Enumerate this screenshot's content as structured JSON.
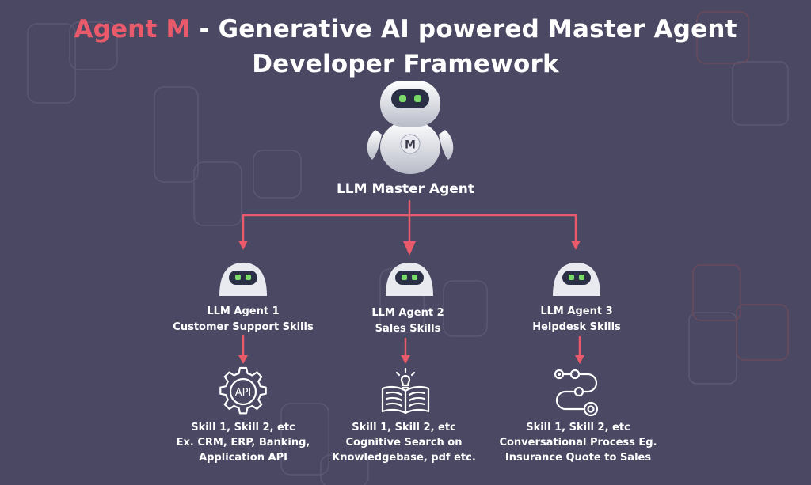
{
  "title": {
    "accent": "Agent M",
    "rest": " - Generative AI powered Master Agent",
    "line2": "Developer Framework"
  },
  "colors": {
    "background": "#4a4862",
    "accent": "#ea5a6a",
    "text": "#ffffff",
    "robot_eye": "#7bd96a"
  },
  "master": {
    "label": "LLM Master Agent",
    "badge": "M",
    "icon": "robot-icon"
  },
  "agents": [
    {
      "name": "LLM Agent 1",
      "role": "Customer Support Skills",
      "icon": "robot-head-icon",
      "skill_icon": "api-gear-icon",
      "skill_icon_text": "API",
      "skills": [
        "Skill 1, Skill 2, etc",
        "Ex. CRM, ERP, Banking,",
        "Application API"
      ]
    },
    {
      "name": "LLM Agent 2",
      "role": "Sales Skills",
      "icon": "robot-head-icon",
      "skill_icon": "book-lightbulb-icon",
      "skills": [
        "Skill 1, Skill 2, etc",
        "Cognitive Search on",
        "Knowledgebase, pdf etc."
      ]
    },
    {
      "name": "LLM Agent 3",
      "role": "Helpdesk Skills",
      "icon": "robot-head-icon",
      "skill_icon": "process-flow-icon",
      "skills": [
        "Skill 1, Skill 2, etc",
        "Conversational Process Eg.",
        "Insurance Quote to Sales"
      ]
    }
  ]
}
